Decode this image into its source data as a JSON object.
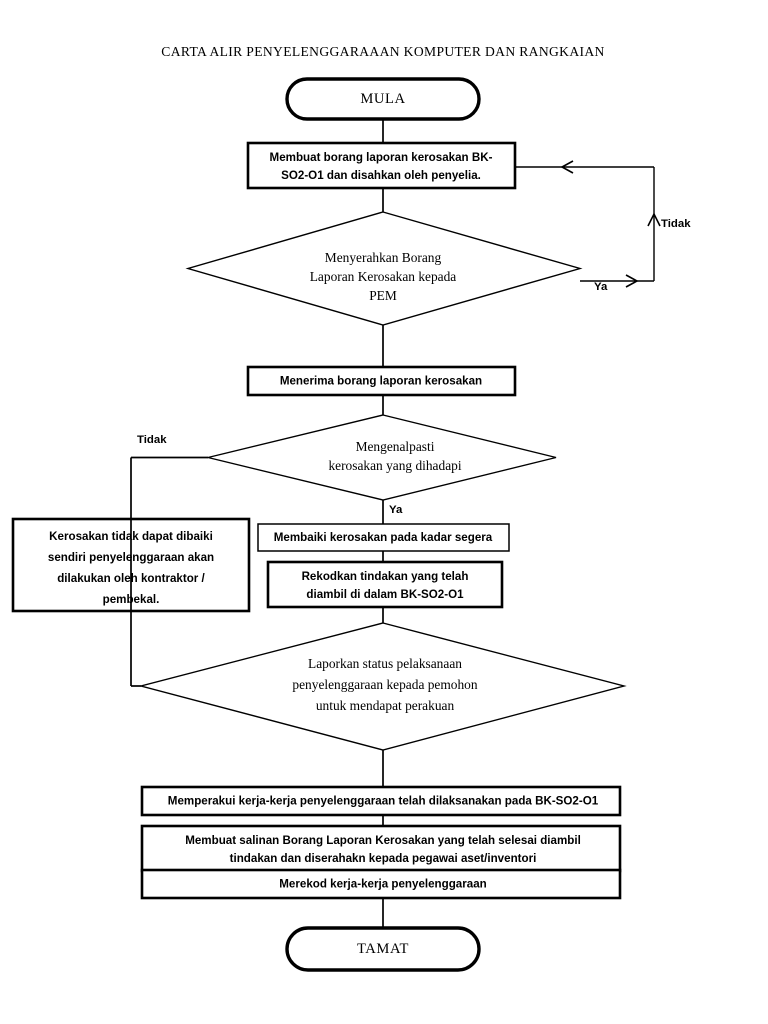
{
  "document": {
    "title": "CARTA ALIR PENYELENGGARAAAN KOMPUTER DAN RANGKAIAN",
    "language": "ms",
    "page_background": "#ffffff",
    "line_color": "#000000"
  },
  "nodes": {
    "start": {
      "id": "start",
      "type": "terminator",
      "label": "MULA"
    },
    "p1": {
      "id": "p1",
      "type": "process",
      "label": "Membuat borang laporan kerosakan BK-SO2-O1 dan disahkan oleh penyelia.",
      "lines": [
        "Membuat borang laporan kerosakan BK-",
        "SO2-O1 dan disahkan oleh penyelia."
      ]
    },
    "d1": {
      "id": "d1",
      "type": "decision",
      "label": "Menyerahkan Borang Laporan Kerosakan kepada PEM",
      "lines": [
        "Menyerahkan Borang",
        "Laporan Kerosakan kepada",
        "PEM"
      ]
    },
    "p2": {
      "id": "p2",
      "type": "process",
      "label": "Menerima borang laporan kerosakan",
      "lines": [
        "Menerima borang laporan kerosakan"
      ]
    },
    "d2": {
      "id": "d2",
      "type": "decision",
      "label": "Mengenalpasti kerosakan yang dihadapi",
      "lines": [
        "Mengenalpasti",
        "kerosakan yang dihadapi"
      ]
    },
    "p3": {
      "id": "p3",
      "type": "process",
      "label": "Kerosakan tidak dapat dibaiki sendiri penyelenggaraan akan dilakukan oleh kontraktor / pembekal.",
      "lines": [
        "Kerosakan tidak dapat dibaiki",
        "sendiri penyelenggaraan akan",
        "dilakukan oleh kontraktor /",
        "pembekal."
      ]
    },
    "p4": {
      "id": "p4",
      "type": "process",
      "label": "Membaiki kerosakan pada kadar segera",
      "lines": [
        "Membaiki kerosakan pada kadar segera"
      ]
    },
    "p5": {
      "id": "p5",
      "type": "process",
      "label": "Rekodkan tindakan yang telah diambil di dalam BK-SO2-O1",
      "lines": [
        "Rekodkan tindakan yang telah",
        "diambil di dalam BK-SO2-O1"
      ]
    },
    "d3": {
      "id": "d3",
      "type": "decision",
      "label": "Laporkan status pelaksanaan penyelenggaraan kepada pemohon untuk mendapat perakuan",
      "lines": [
        "Laporkan status pelaksanaan",
        "penyelenggaraan kepada pemohon",
        "untuk mendapat perakuan"
      ]
    },
    "p6": {
      "id": "p6",
      "type": "process",
      "label": "Memperakui kerja-kerja penyelenggaraan telah dilaksanakan pada BK-SO2-O1",
      "lines": [
        "Memperakui kerja-kerja penyelenggaraan telah dilaksanakan pada BK-SO2-O1"
      ]
    },
    "p7": {
      "id": "p7",
      "type": "process",
      "label": "Membuat salinan Borang Laporan Kerosakan yang telah selesai diambil tindakan dan diserahakn kepada pegawai aset/inventori",
      "lines": [
        "Membuat salinan Borang Laporan Kerosakan yang telah selesai diambil",
        "tindakan dan diserahakn kepada pegawai aset/inventori"
      ]
    },
    "p8": {
      "id": "p8",
      "type": "process",
      "label": "Merekod kerja-kerja penyelenggaraan",
      "lines": [
        "Merekod kerja-kerja penyelenggaraan"
      ]
    },
    "end": {
      "id": "end",
      "type": "terminator",
      "label": "TAMAT"
    }
  },
  "edge_labels": {
    "d1_ya": "Ya",
    "d1_tidak": "Tidak",
    "d2_tidak": "Tidak",
    "d2_ya": "Ya"
  },
  "flow": [
    {
      "from": "start",
      "to": "p1",
      "label": ""
    },
    {
      "from": "p1",
      "to": "d1",
      "label": ""
    },
    {
      "from": "d1",
      "to": "p1",
      "label": "Ya / Tidak",
      "note": "feedback loop right then up then left"
    },
    {
      "from": "d1",
      "to": "p2",
      "label": ""
    },
    {
      "from": "p2",
      "to": "d2",
      "label": ""
    },
    {
      "from": "d2",
      "to": "p3",
      "label": "Tidak"
    },
    {
      "from": "d2",
      "to": "p4",
      "label": "Ya"
    },
    {
      "from": "p4",
      "to": "p5",
      "label": ""
    },
    {
      "from": "p5",
      "to": "d3",
      "label": ""
    },
    {
      "from": "p3",
      "to": "d3",
      "label": ""
    },
    {
      "from": "d3",
      "to": "p6",
      "label": ""
    },
    {
      "from": "p6",
      "to": "p7",
      "label": ""
    },
    {
      "from": "p7",
      "to": "p8",
      "label": ""
    },
    {
      "from": "p8",
      "to": "end",
      "label": ""
    }
  ]
}
